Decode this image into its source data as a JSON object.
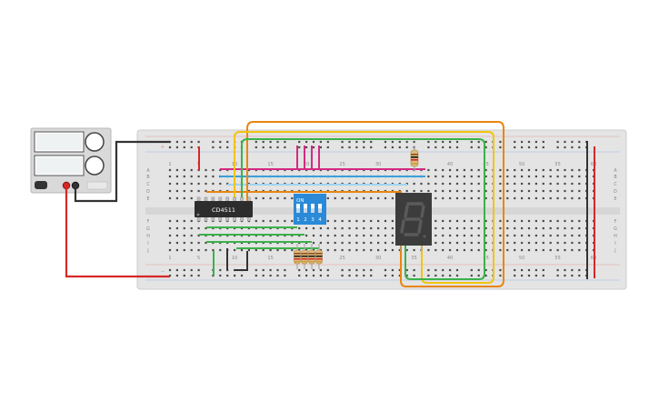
{
  "breadboard": {
    "column_numbers": [
      "1",
      "5",
      "10",
      "15",
      "20",
      "25",
      "30",
      "35",
      "40",
      "45",
      "50",
      "55",
      "60"
    ],
    "row_letters_top": [
      "A",
      "B",
      "C",
      "D",
      "E"
    ],
    "row_letters_bottom": [
      "F",
      "G",
      "H",
      "I",
      "J"
    ],
    "rail_plus": "+",
    "rail_minus": "−"
  },
  "ic": {
    "label": "CD4511"
  },
  "dip_switch": {
    "on_label": "ON",
    "switch_numbers": [
      "1",
      "2",
      "3",
      "4"
    ]
  },
  "seven_segment": {
    "shown_digit": "8"
  },
  "colors": {
    "wire_black": "#333333",
    "wire_red": "#d62828",
    "wire_orange": "#e8860f",
    "wire_yellow": "#f2c40f",
    "wire_green": "#3bb24a",
    "wire_magenta": "#d42a82",
    "wire_blue": "#3aa0dc",
    "wire_lightblue": "#9fd4ef",
    "breadboard": "#e4e4e4",
    "dip_blue": "#2a8ad8",
    "display_body": "#3c3c3c"
  }
}
